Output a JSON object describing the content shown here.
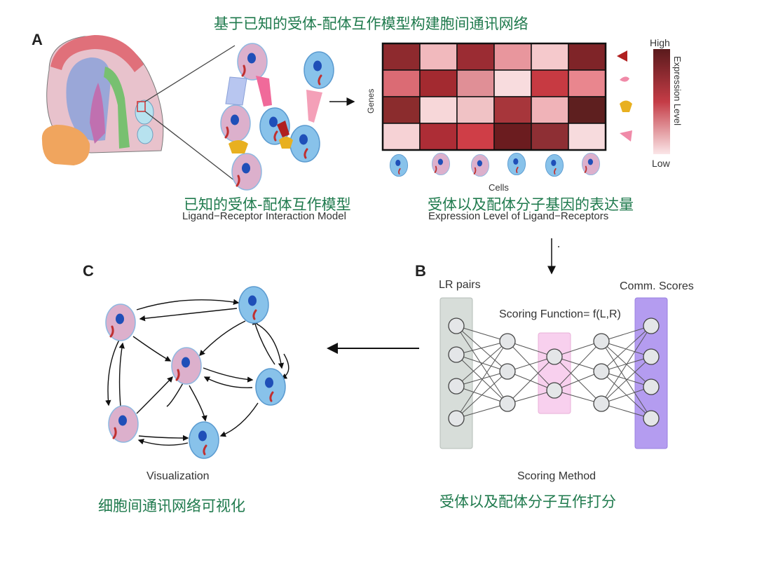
{
  "title_cn": "基于已知的受体-配体互作模型构建胞间通讯网络",
  "panels": {
    "a": {
      "letter": "A",
      "model_cn": "已知的受体-配体互作模型",
      "model_en": "Ligand−Receptor Interaction Model",
      "expression_cn": "受体以及配体分子基因的表达量",
      "expression_en": "Expression Level of Ligand−Receptors",
      "heatmap": {
        "y_label": "Genes",
        "x_label": "Cells",
        "legend_title": "Expression Level",
        "legend_high": "High",
        "legend_low": "Low",
        "colors": [
          [
            "#8e2a2e",
            "#f1b9bd",
            "#9b2c33",
            "#e8969d",
            "#f5c9cc",
            "#7f2428"
          ],
          [
            "#db6b74",
            "#a32a30",
            "#e08f96",
            "#f8dcde",
            "#c73a42",
            "#e9868e"
          ],
          [
            "#8b2c2d",
            "#f7d7d9",
            "#f0c2c5",
            "#a7363b",
            "#f0b3b8",
            "#5e1f1f"
          ],
          [
            "#f6d2d5",
            "#ad2d36",
            "#cf3e47",
            "#6b1c1f",
            "#8e2f34",
            "#f7dbdd"
          ]
        ]
      }
    },
    "b": {
      "letter": "B",
      "lr_pairs": "LR pairs",
      "comm_scores": "Comm. Scores",
      "scoring_function": "Scoring Function= f(L,R)",
      "method_en": "Scoring Method",
      "method_cn": "受体以及配体分子互作打分"
    },
    "c": {
      "letter": "C",
      "visualization_en": "Visualization",
      "visualization_cn": "细胞间通讯网络可视化"
    }
  },
  "colors": {
    "green_text": "#1f7a4d",
    "pink_cell": "#dcb0cc",
    "blue_cell": "#88c2ea",
    "lr_box": "#d7ddd9",
    "score_box": "#b49cf0",
    "scoring_box": "#f8d0ee"
  }
}
